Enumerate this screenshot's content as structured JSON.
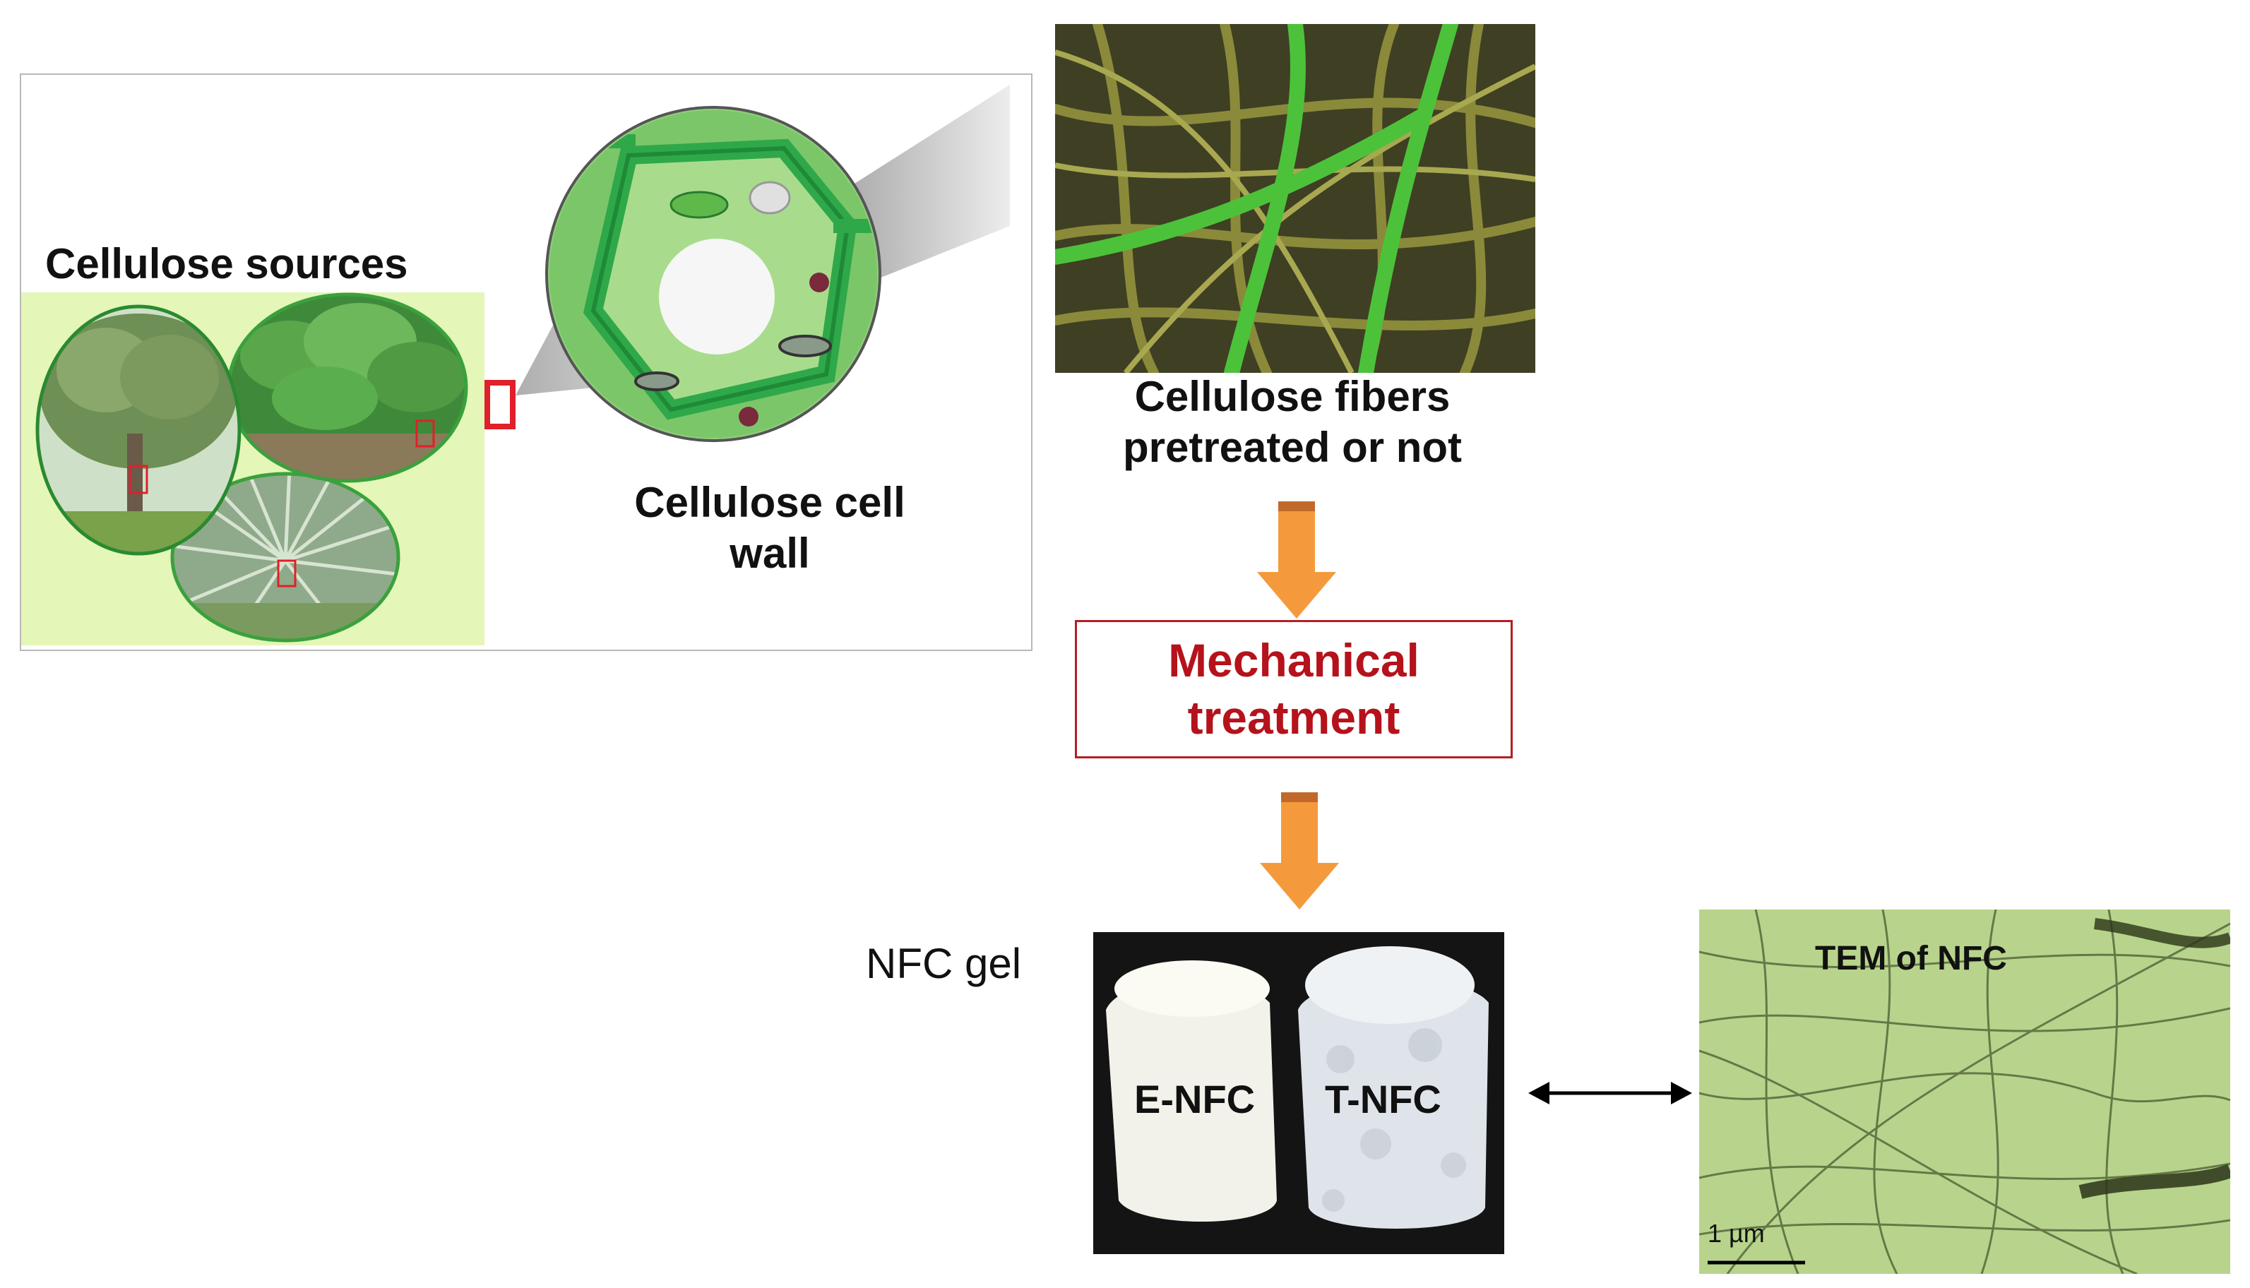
{
  "labels": {
    "cellulose_sources": "Cellulose sources",
    "cellulose_cell_wall": [
      "Cellulose cell",
      "wall"
    ],
    "cellulose_fibers": [
      "Cellulose fibers",
      "pretreated or not"
    ],
    "mechanical_treatment": [
      "Mechanical",
      "treatment"
    ],
    "nfc_gel": "NFC gel",
    "e_nfc": "E-NFC",
    "t_nfc": "T-NFC",
    "tem_of_nfc": "TEM of NFC",
    "scale_bar": "1 µm"
  },
  "colors": {
    "arrow_orange": "#f59a3c",
    "arrow_dark": "#c0692a",
    "mech_text": "#b5121b",
    "mech_border": "#b32025",
    "highlight_red": "#e0202a",
    "cell_green": "#2fa84a",
    "fiber_green": "#5cc03c",
    "tem_bg": "#b8d48c"
  }
}
